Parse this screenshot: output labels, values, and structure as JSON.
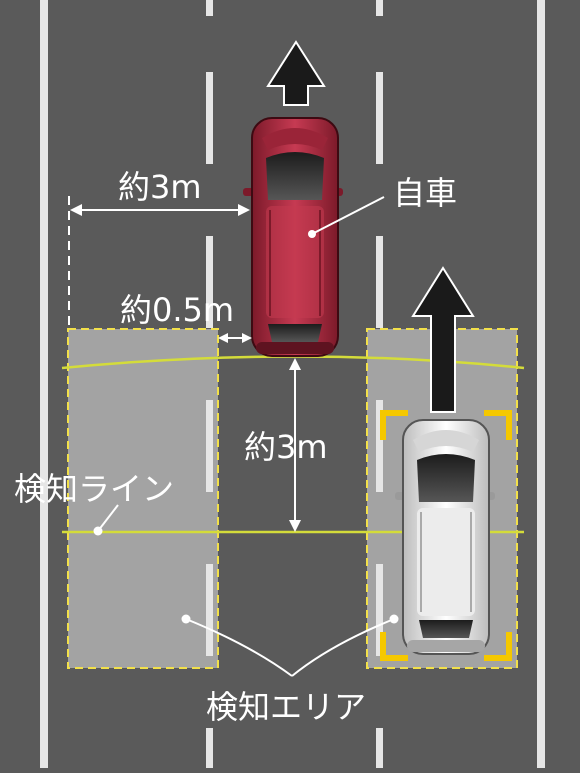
{
  "labels": {
    "width_gap": "約3m",
    "side_gap": "約0.5m",
    "rear_gap": "約3m",
    "own_car": "自車",
    "detection_line": "検知ライン",
    "detection_area": "検知エリア"
  },
  "colors": {
    "road": "#5a5a5a",
    "lane_line": "#e6e6e6",
    "detection_area_fill": "#a3a3a3",
    "detection_border": "#f2e04a",
    "detection_line": "#d4dc3a",
    "own_car": "#b82f45",
    "other_car": "#f4f4f4",
    "bracket": "#f5c800",
    "arrow": "#1a1a1a"
  },
  "icons": {
    "direction": "arrow-up-icon"
  }
}
